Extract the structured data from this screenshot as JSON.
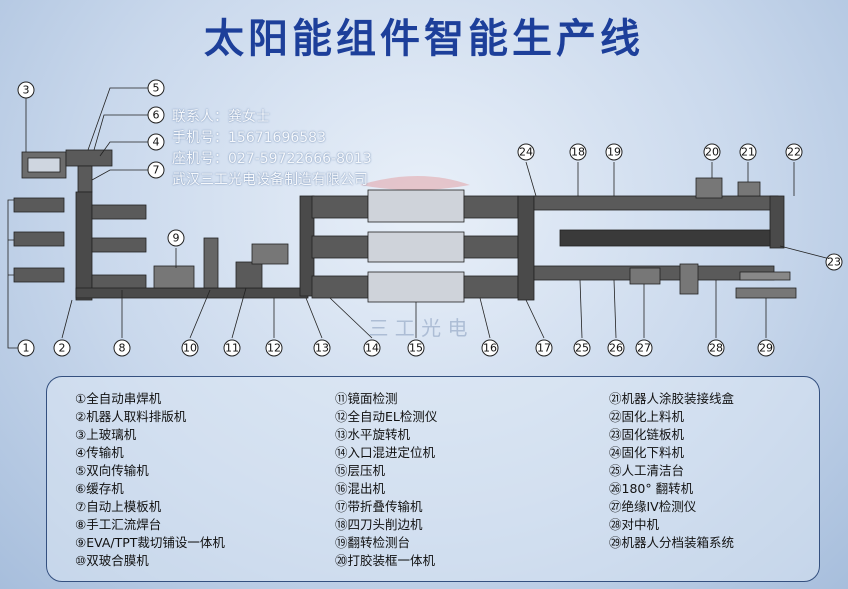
{
  "title": "太阳能组件智能生产线",
  "contact": {
    "person": "联系人：龚女士",
    "mobile": "手机号：15671696583",
    "landline": "座机号：027-59722666-8013",
    "company": "武汉三工光电设备制造有限公司"
  },
  "watermark": "三 工 光 电",
  "callout_numbers": [
    "1",
    "2",
    "3",
    "4",
    "5",
    "6",
    "7",
    "8",
    "9",
    "10",
    "11",
    "12",
    "13",
    "14",
    "15",
    "16",
    "17",
    "18",
    "19",
    "20",
    "21",
    "22",
    "23",
    "24",
    "25",
    "26",
    "27",
    "28",
    "29"
  ],
  "legend": {
    "col1": [
      "①全自动串焊机",
      "②机器人取料排版机",
      "③上玻璃机",
      "④传输机",
      "⑤双向传输机",
      "⑥缓存机",
      "⑦自动上模板机",
      "⑧手工汇流焊台",
      "⑨EVA/TPT裁切铺设一体机",
      "⑩双玻合膜机"
    ],
    "col2": [
      "⑪镜面检测",
      "⑫全自动EL检测仪",
      "⑬水平旋转机",
      "⑭入口混进定位机",
      "⑮层压机",
      "⑯混出机",
      "⑰带折叠传输机",
      "⑱四刀头削边机",
      "⑲翻转检测台",
      "⑳打胶装框一体机"
    ],
    "col3": [
      "㉑机器人涂胶装接线盒",
      "㉒固化上料机",
      "㉓固化链板机",
      "㉔固化下料机",
      "㉕人工清洁台",
      "㉖180° 翻转机",
      "㉗绝缘IV检测仪",
      "㉘对中机",
      "㉙机器人分档装箱系统"
    ]
  },
  "colors": {
    "title": "#1d3f9a",
    "line": "#222222",
    "machine": "#3a3a3a",
    "legend_border": "#34507f"
  }
}
